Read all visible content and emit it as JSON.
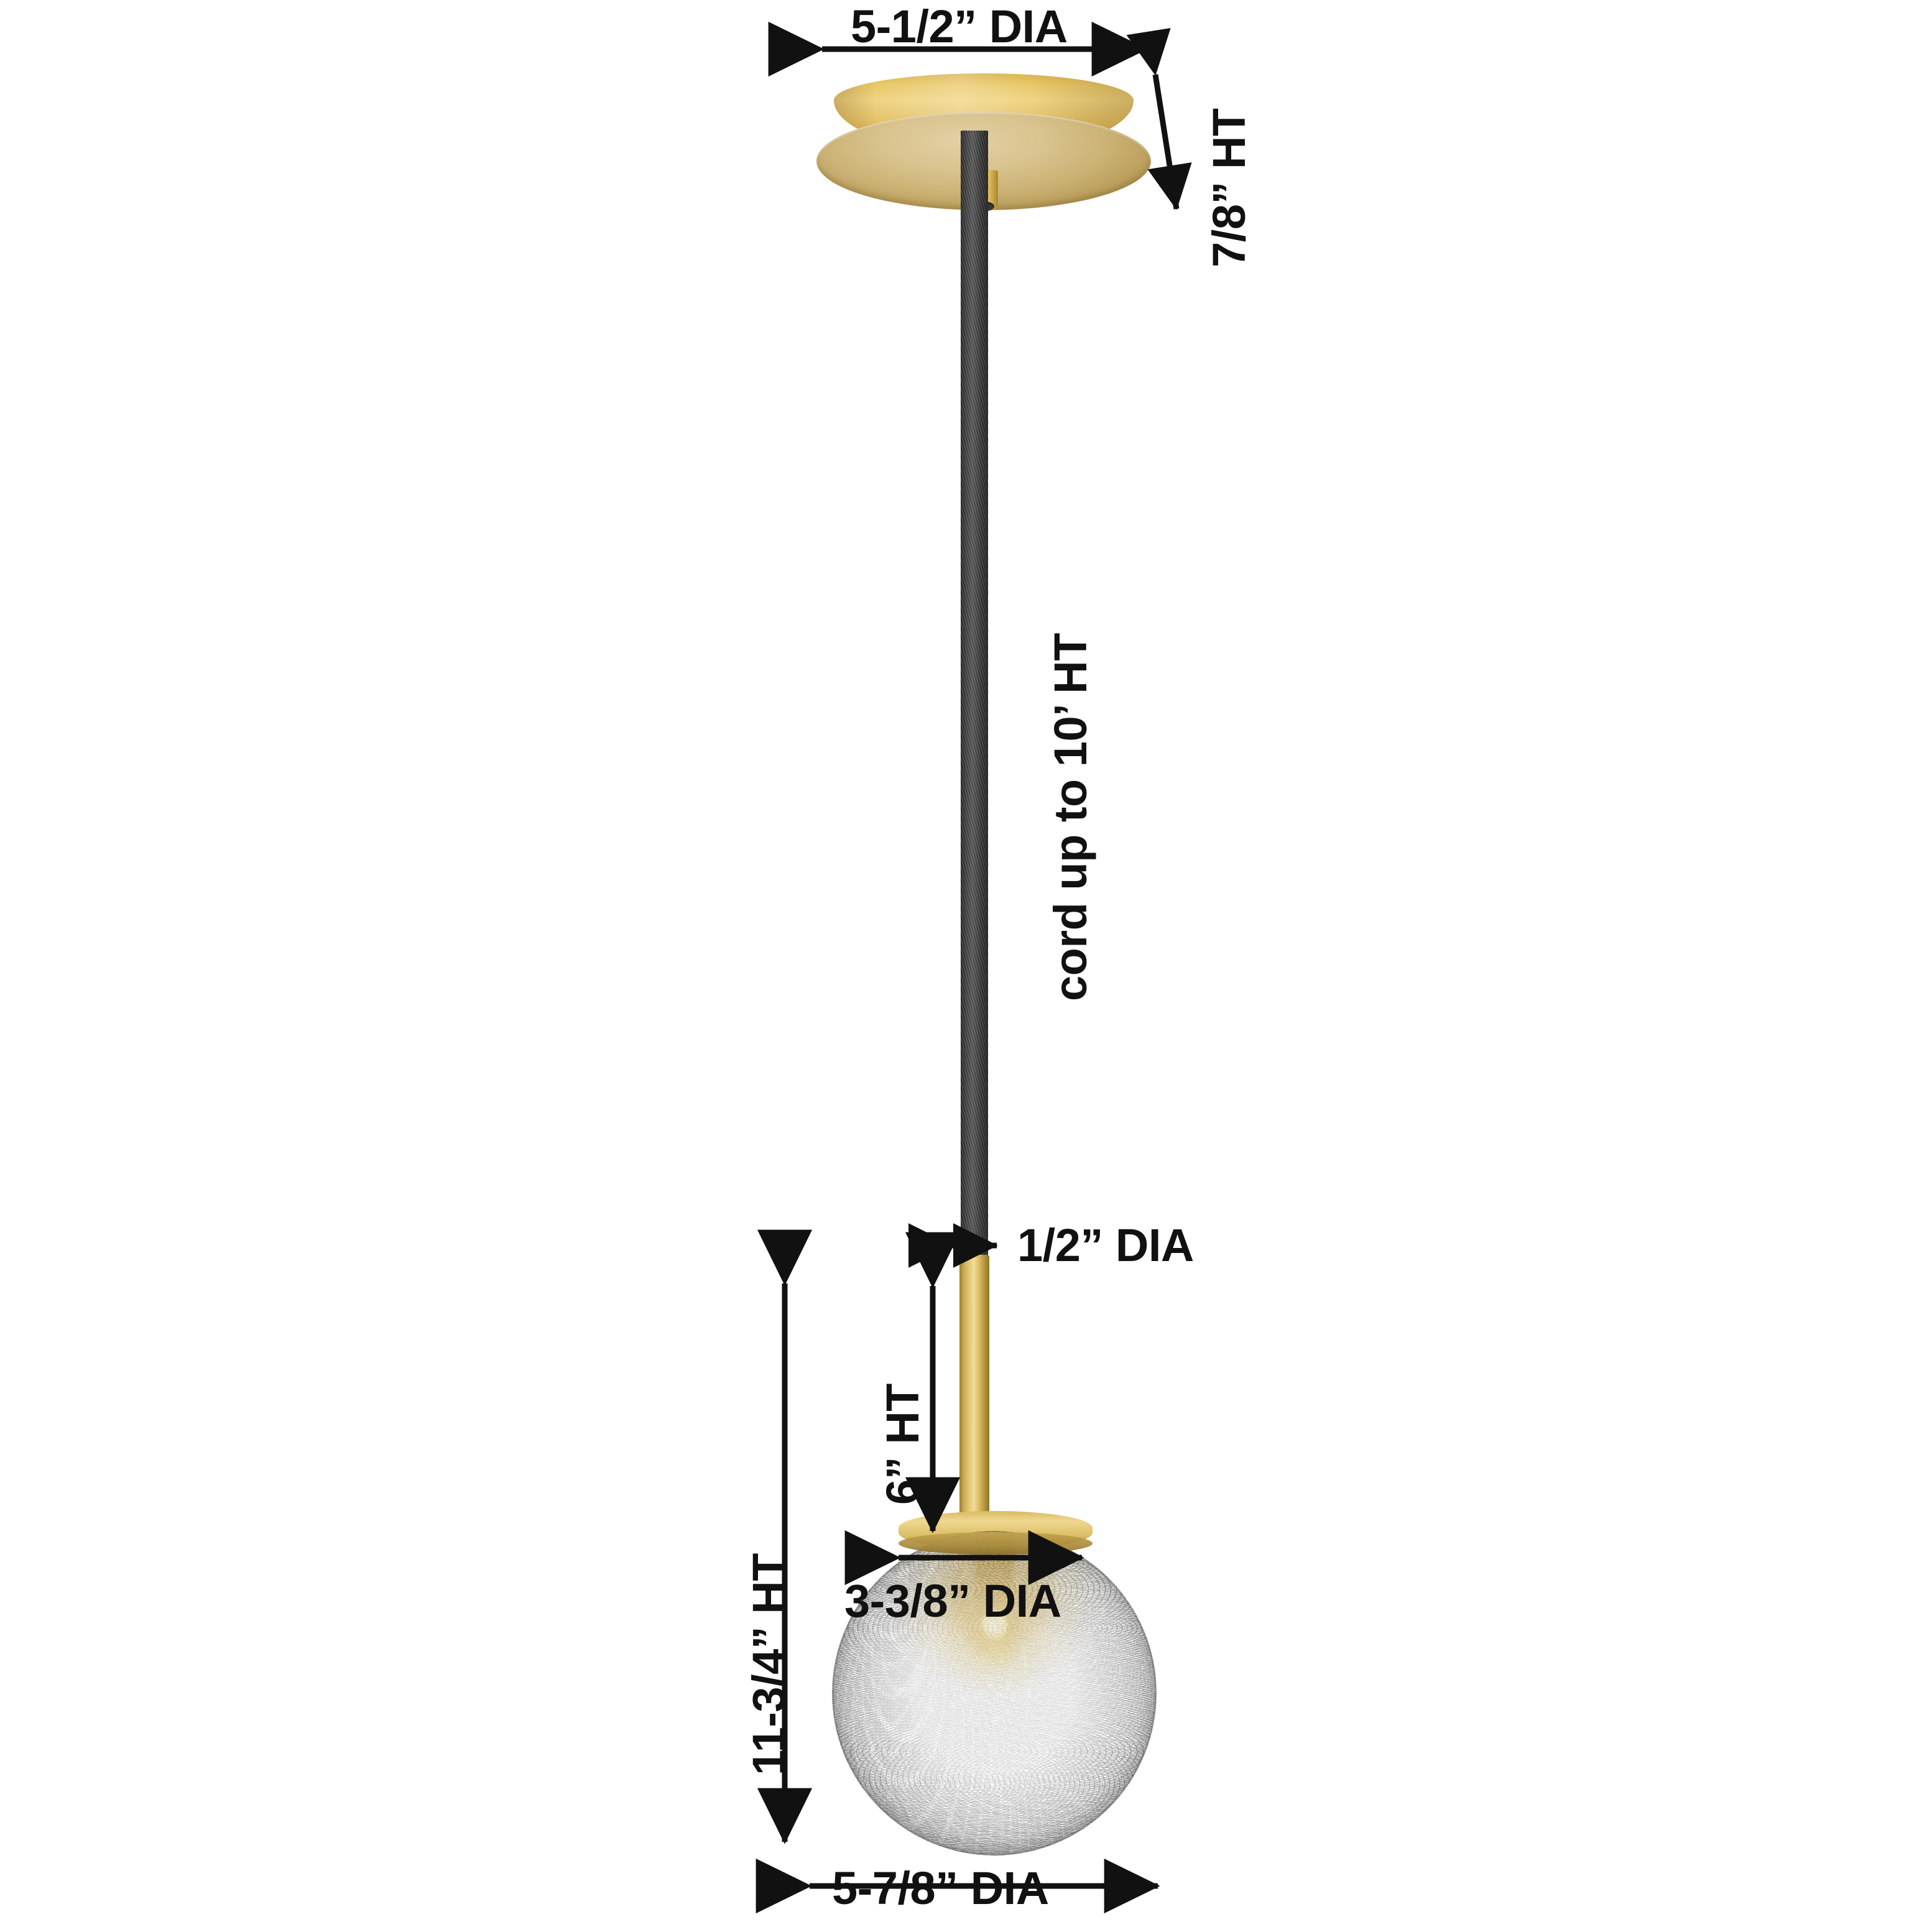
{
  "diagram": {
    "title": "Pendant light fixture dimension diagram",
    "background_color": "#ffffff",
    "line_color": "#111111",
    "brass_color": "#d9b24a",
    "cord_color": "#3b3b3b",
    "glass_color": "#f2f2f2"
  },
  "dimensions": {
    "canopy_diameter": "5-1/2” DIA",
    "canopy_height": "7/8” HT",
    "cord_length": "cord up to 10’ HT",
    "cord_diameter": "1/2” DIA",
    "stem_height": "6” HT",
    "globe_inner_diameter": "3-3/8” DIA",
    "overall_height": "11-3/4” HT",
    "overall_diameter": "5-7/8” DIA"
  },
  "parts": {
    "canopy": "ceiling-canopy",
    "cord": "hanging-cord",
    "stem": "brass-stem",
    "globe": "textured-glass-globe",
    "bulb": "light-bulb"
  }
}
